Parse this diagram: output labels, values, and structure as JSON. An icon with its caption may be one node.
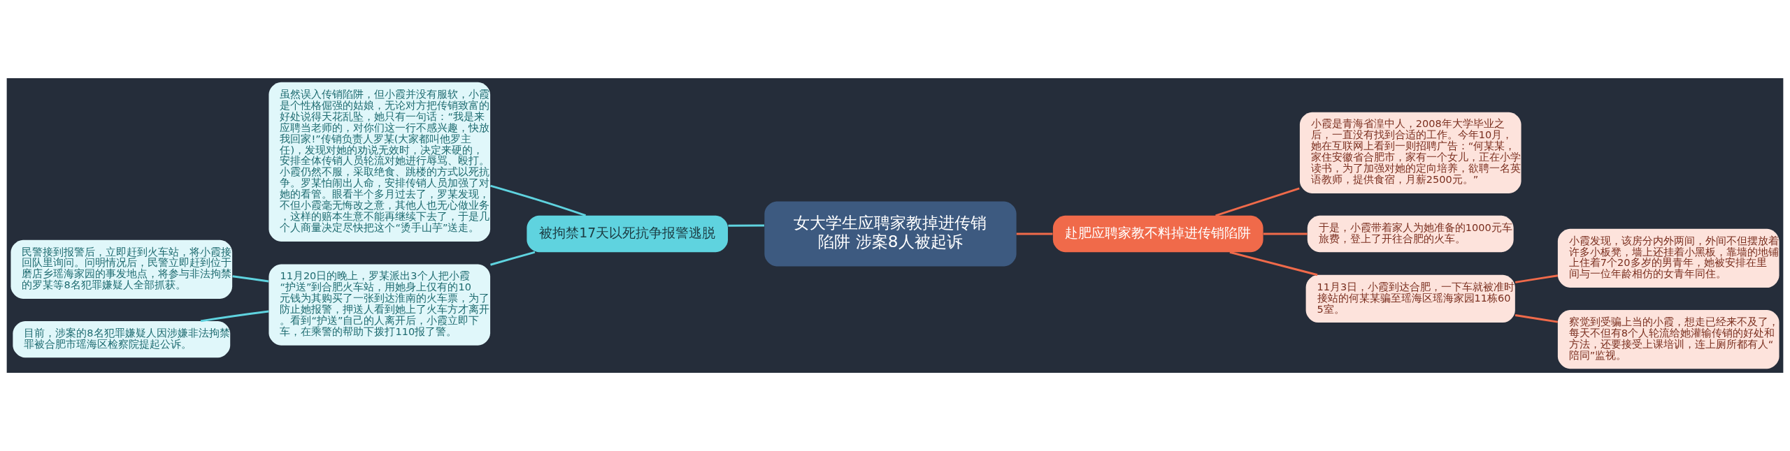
{
  "diagram": {
    "nodes": [
      {
        "text": [
          "女大学生应聘家教掉进传销陷阱 涉案8人被起诉"
        ]
      },
      {
        "text": [
          "被拘禁17天以死抗争报警逃脱"
        ]
      },
      {
        "text": [
          "虽然误入传销陷阱，但小霞并没有服软，小霞是个性格倔强的姑娘，无论对方把传销致富的好处说得天花乱坠，她只有一句话：“我是来应聘当老师的，对你们这一行不感兴趣，快放我回家!”传销负责人罗某(大家都叫他罗主任)，发现对她的劝说无效时，决定来硬的，安排全体传销人员轮流对她进行辱骂、殴打。小霞仍然不服，采取绝食、跳楼的方式以死抗争。罗某怕闹出人命，安排传销人员加强了对她的看管。眼看半个多月过去了，罗某发现，不但小霞毫无悔改之意，其他人也无心做业务，这样的赔本生意不能再继续下去了，于是几个人商量决定尽快把这个“烫手山芋”送走。"
        ]
      },
      {
        "text": [
          "11月20日的晚上，罗某派出3个人把小霞“护送”到合肥火车站，用她身上仅有的10元钱为其购买了一张到达淮南的火车票，为了防止她报警，押送人看到她上了火车方才离开。看到“护送”自己的人离开后，小霞立即下车，在乘警的帮助下拨打110报了警。"
        ]
      },
      {
        "text": [
          "民警接到报警后，立即赶到火车站，将小霞接回队里询问。问明情况后，民警立即赶到位于磨店乡瑶海家园的事发地点，将参与非法拘禁的罗某等8名犯罪嫌疑人全部抓获。"
        ]
      },
      {
        "text": [
          "目前，涉案的8名犯罪嫌疑人因涉嫌非法拘禁罪被合肥市瑶海区检察院提起公诉。"
        ]
      },
      {
        "text": [
          "赴肥应聘家教不料掉进传销陷阱"
        ]
      },
      {
        "text": [
          "小霞是青海省湟中人，2008年大学毕业之后，一直没有找到合适的工作。今年10月，她在互联网上看到一则招聘广告：“何某某，家住安徽省合肥市，家有一个女儿，正在小学读书，为了加强对她的定向培养，欲聘一名英语教师，提供食宿，月薪2500元。”"
        ]
      },
      {
        "text": [
          "于是，小霞带着家人为她准备的1000元车旅费，登上了开往合肥的火车。"
        ]
      },
      {
        "text": [
          "11月3日，小霞到达合肥，一下车就被准时接站的何某某骗至瑶海区瑶海家园11栋605室。"
        ]
      },
      {
        "text": [
          "小霞发现，该房分内外两间，外间不但摆放着许多小板凳，墙上还挂着小黑板，靠墙的地铺上住着7个20多岁的男青年，她被安排在里间与一位年龄相仿的女青年同住。"
        ]
      },
      {
        "text": [
          "察觉到受骗上当的小霞，想走已经来不及了，每天不但有8个人轮流给她灌输传销的好处和方法，还要接受上课培训，连上厕所都有人“陪同”监视。"
        ]
      }
    ],
    "edges": [
      {
        "from": 0,
        "to": 1,
        "arrow": "none",
        "color": "#5fd3df"
      },
      {
        "from": 1,
        "to": 2,
        "arrow": "none",
        "color": "#5fd3df"
      },
      {
        "from": 1,
        "to": 3,
        "arrow": "none",
        "color": "#5fd3df"
      },
      {
        "from": 3,
        "to": 4,
        "arrow": "none",
        "color": "#5fd3df"
      },
      {
        "from": 3,
        "to": 5,
        "arrow": "none",
        "color": "#5fd3df"
      },
      {
        "from": 0,
        "to": 6,
        "arrow": "none"
      },
      {
        "from": 6,
        "to": 7,
        "arrow": "none"
      },
      {
        "from": 6,
        "to": 8,
        "arrow": "none"
      },
      {
        "from": 6,
        "to": 9,
        "arrow": "none"
      },
      {
        "from": 9,
        "to": 10,
        "arrow": "none"
      },
      {
        "from": 9,
        "to": 11,
        "arrow": "none"
      }
    ]
  }
}
